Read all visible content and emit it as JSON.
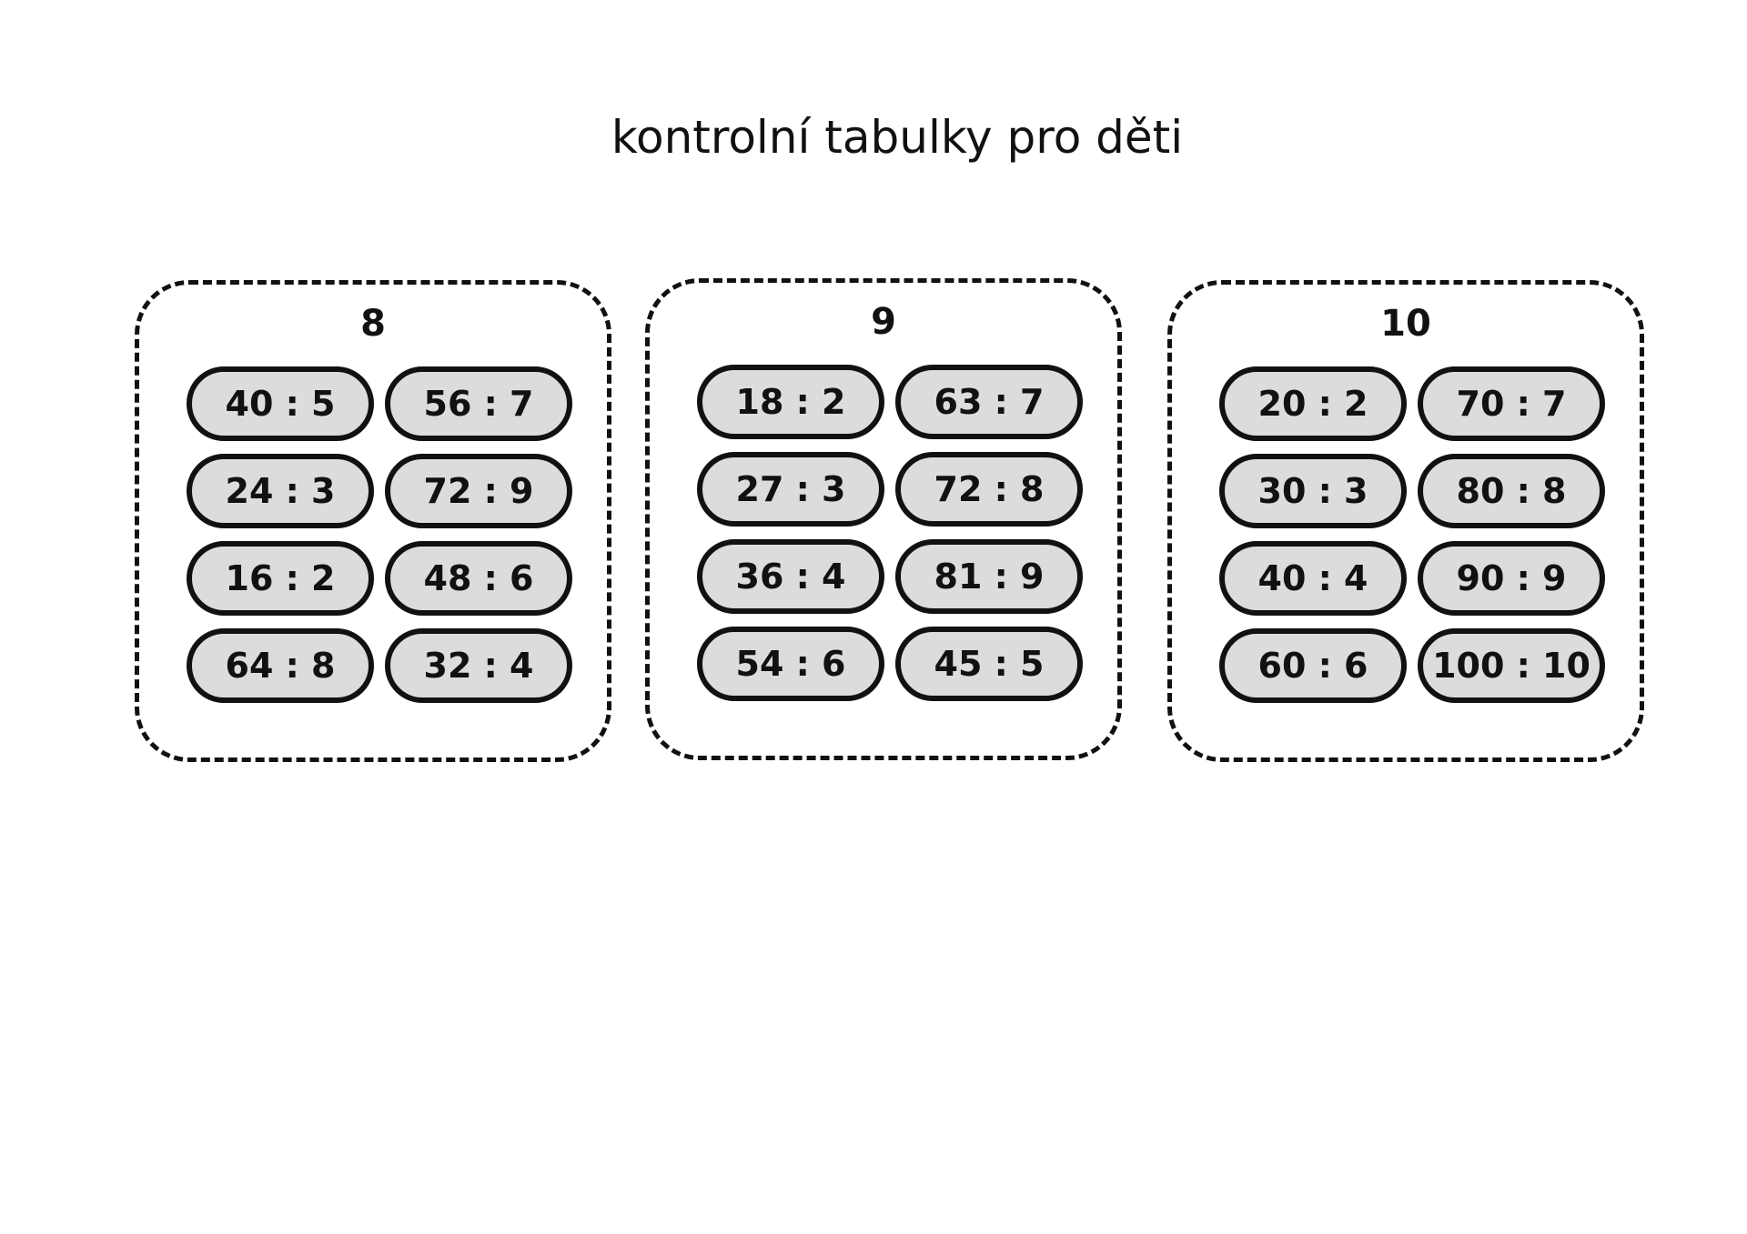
{
  "title": "kontrolní tabulky pro děti",
  "cards": [
    {
      "heading": "8",
      "items": [
        "40 : 5",
        "56 : 7",
        "24 : 3",
        "72 : 9",
        "16 : 2",
        "48 : 6",
        "64 : 8",
        "32 : 4"
      ]
    },
    {
      "heading": "9",
      "items": [
        "18 : 2",
        "63 : 7",
        "27 : 3",
        "72 : 8",
        "36 : 4",
        "81 : 9",
        "54 : 6",
        "45 : 5"
      ]
    },
    {
      "heading": "10",
      "items": [
        "20 : 2",
        "70 : 7",
        "30 : 3",
        "80 : 8",
        "40 : 4",
        "90 : 9",
        "60 : 6",
        "100 : 10"
      ]
    }
  ]
}
